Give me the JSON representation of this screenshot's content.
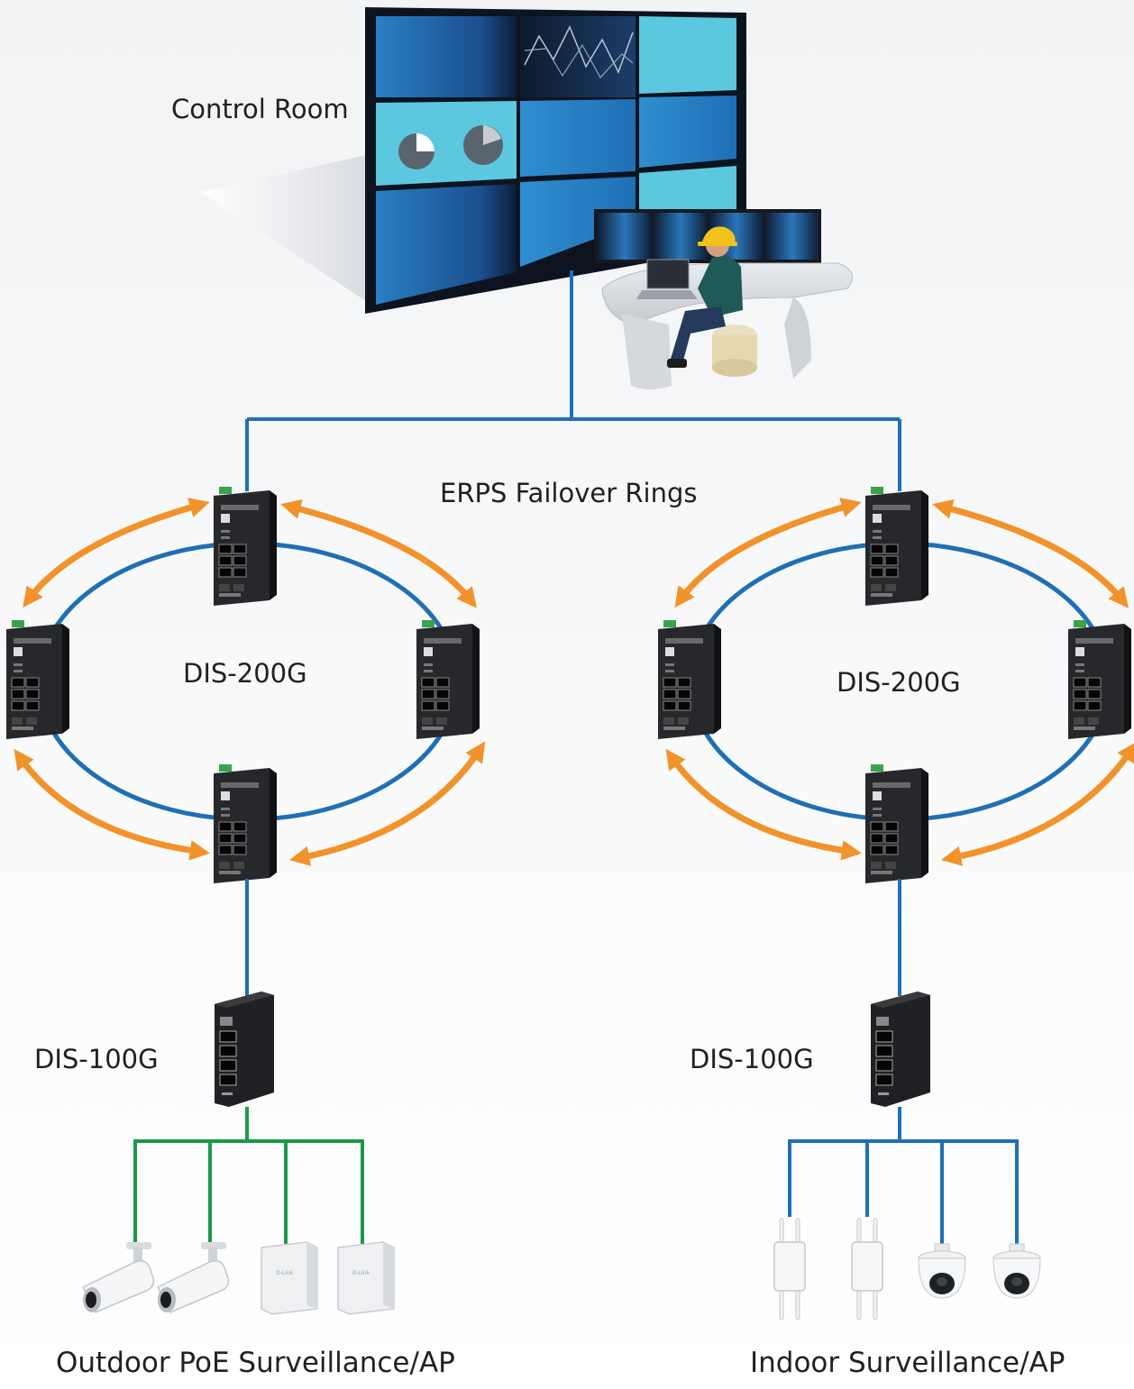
{
  "labels": {
    "control_room": "Control Room",
    "erps": "ERPS Failover Rings",
    "ring_left": "DIS-200G",
    "ring_right": "DIS-200G",
    "edge_left": "DIS-100G",
    "edge_right": "DIS-100G",
    "devices_left": "Outdoor PoE Surveillance/AP",
    "devices_right": "Indoor Surveillance/AP"
  },
  "colors": {
    "ring_link": "#1f6fb5",
    "poe_link": "#1a9a48",
    "failover_arrow": "#f2922a",
    "switch_body": "#1c1d1f",
    "wall_light": "#5bc8df",
    "wall_mid": "#2c8ccd",
    "wall_dark": "#1a4f8c"
  },
  "brand": "D-Link"
}
